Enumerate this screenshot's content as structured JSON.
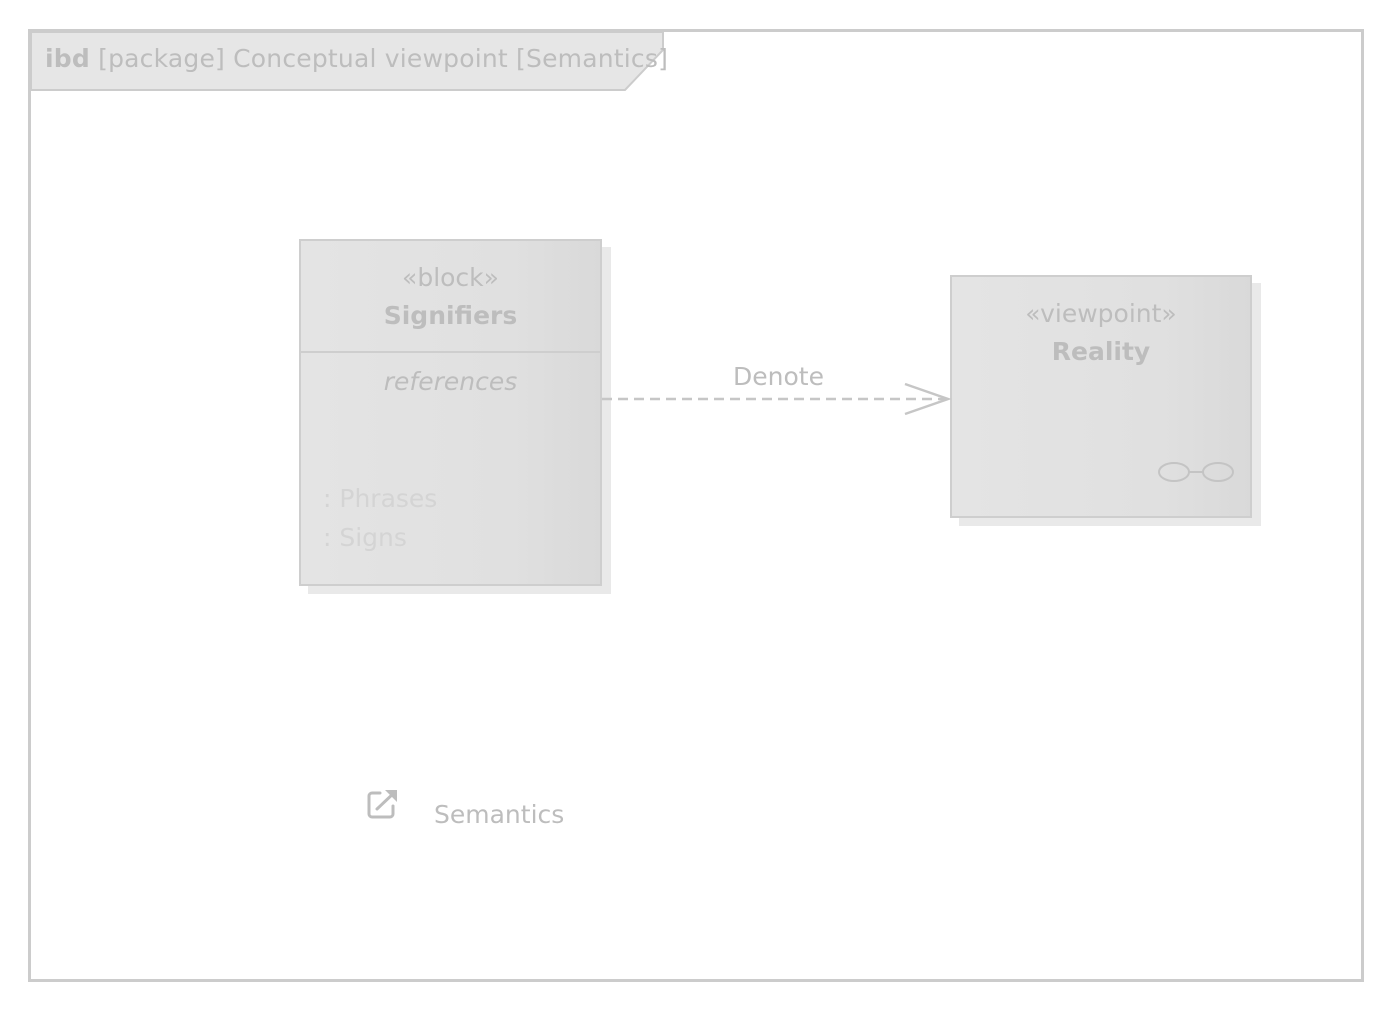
{
  "frame": {
    "keyword": "ibd",
    "title": "[package] Conceptual viewpoint [Semantics]"
  },
  "blocks": {
    "signifiers": {
      "stereotype": "«block»",
      "name": "Signifiers",
      "compartment": "references",
      "parts": [
        ": Phrases",
        ": Signs"
      ]
    },
    "reality": {
      "stereotype": "«viewpoint»",
      "name": "Reality",
      "icon": "viewpoint-glasses-icon"
    }
  },
  "edges": [
    {
      "from": "Signifiers",
      "to": "Reality",
      "label": "Denote",
      "style": "dashed",
      "arrow": "open"
    }
  ],
  "diagram_link": {
    "icon": "external-link-icon",
    "label": "Semantics"
  },
  "colors": {
    "frame_border": "#cccccc",
    "block_fill": "#e2e2e2",
    "text": "#bdbdbd",
    "faded_text": "#d4d4d4"
  }
}
